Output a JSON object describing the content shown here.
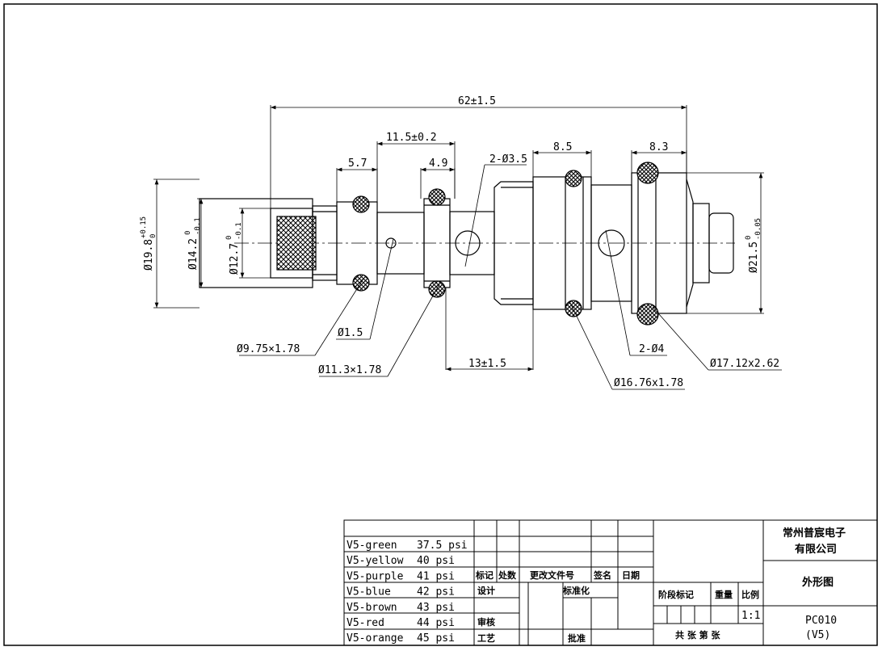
{
  "dimensions": {
    "overall_length": "62±1.5",
    "d_11_5": "11.5±0.2",
    "d_8_5": "8.5",
    "d_8_3": "8.3",
    "d_5_7": "5.7",
    "d_4_9": "4.9",
    "holes_3_5": "2-Ø3.5",
    "d_13": "13±1.5",
    "dia_19_8": "Ø19.8",
    "dia_19_8_tol_top": "+0.15",
    "dia_19_8_tol_bot": "0",
    "dia_14_2": "Ø14.2",
    "dia_14_2_tol_top": "0",
    "dia_14_2_tol_bot": "-0.1",
    "dia_12_7": "Ø12.7",
    "dia_12_7_tol_top": "0",
    "dia_12_7_tol_bot": "-0.1",
    "dia_21_5": "Ø21.5",
    "dia_21_5_tol_top": "0",
    "dia_21_5_tol_bot": "-0.05",
    "hole_1_5": "Ø1.5",
    "oring_9_75": "Ø9.75×1.78",
    "oring_11_3": "Ø11.3×1.78",
    "holes_4": "2-Ø4",
    "oring_16_76": "Ø16.76x1.78",
    "oring_17_12": "Ø17.12x2.62"
  },
  "pressure_table": [
    {
      "variant": "V5-green",
      "pressure": "37.5 psi"
    },
    {
      "variant": "V5-yellow",
      "pressure": "40 psi"
    },
    {
      "variant": "V5-purple",
      "pressure": "41 psi"
    },
    {
      "variant": "V5-blue",
      "pressure": "42 psi"
    },
    {
      "variant": "V5-brown",
      "pressure": "43 psi"
    },
    {
      "variant": "V5-red",
      "pressure": "44 psi"
    },
    {
      "variant": "V5-orange",
      "pressure": "45 psi"
    }
  ],
  "title_block": {
    "h_mark": "标记",
    "h_count": "处数",
    "h_change_doc": "更改文件号",
    "h_sign": "签名",
    "h_date": "日期",
    "design": "设计",
    "standardize": "标准化",
    "review": "审核",
    "process": "工艺",
    "approve": "批准",
    "stage_mark": "阶段标记",
    "weight": "重量",
    "scale_label": "比例",
    "scale": "1:1",
    "sheets": "共  张 第  张",
    "company": "常州普宸电子",
    "company_line2": "有限公司",
    "drawing_title": "外形图",
    "part_no": "PC010",
    "version": "(V5)"
  }
}
